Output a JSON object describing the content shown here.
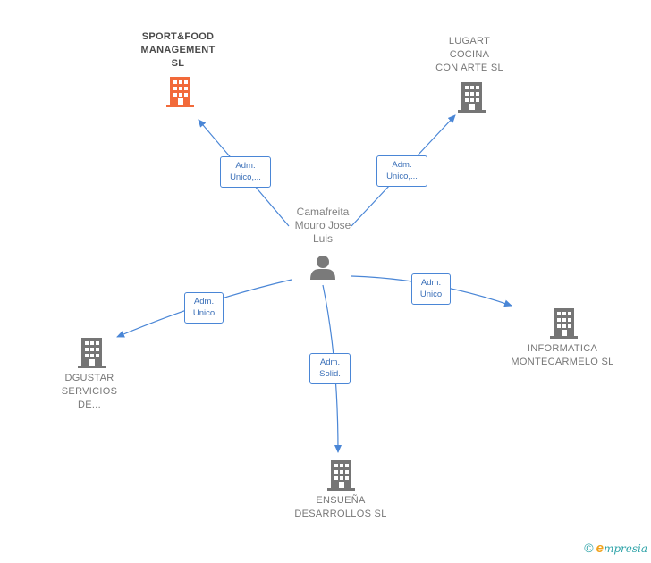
{
  "person": {
    "lines": [
      "Camafreita",
      "Mouro Jose",
      "Luis"
    ]
  },
  "companies": {
    "sportfood": {
      "lines": [
        "SPORT&FOOD",
        "MANAGEMENT",
        "SL"
      ],
      "color": "#f26a3a"
    },
    "lugart": {
      "lines": [
        "LUGART",
        "COCINA",
        "CON ARTE  SL"
      ],
      "color": "#757575"
    },
    "dgustar": {
      "lines": [
        "DGUSTAR",
        "SERVICIOS",
        "DE..."
      ],
      "color": "#757575"
    },
    "informatica": {
      "lines": [
        "INFORMATICA",
        "MONTECARMELO SL"
      ],
      "color": "#757575"
    },
    "ensuena": {
      "lines": [
        "ENSUEÑA",
        "DESARROLLOS SL"
      ],
      "color": "#757575"
    }
  },
  "relations": {
    "sportfood": [
      "Adm.",
      "Unico,..."
    ],
    "lugart": [
      "Adm.",
      "Unico,..."
    ],
    "dgustar": [
      "Adm.",
      "Unico"
    ],
    "informatica": [
      "Adm.",
      "Unico"
    ],
    "ensuena": [
      "Adm.",
      "Solid."
    ]
  },
  "footer": {
    "copyright": "©",
    "brand_initial": "e",
    "brand_rest": "mpresia"
  },
  "colors": {
    "edge": "#4a86d6",
    "person_icon": "#7a7a7a"
  }
}
